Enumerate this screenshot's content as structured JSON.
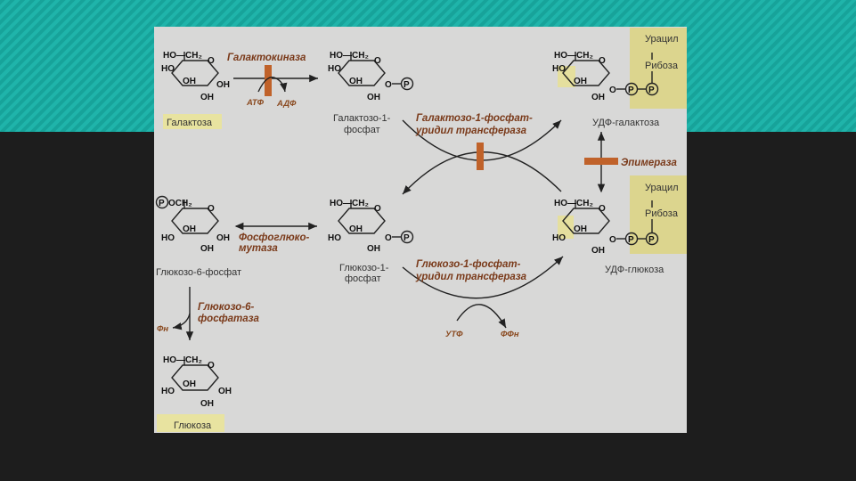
{
  "compounds": {
    "galactose": "Галактоза",
    "gal1p_1": "Галактозо-1-",
    "gal1p_2": "фосфат",
    "udp_gal": "УДФ-галактоза",
    "udp_glc": "УДФ-глюкоза",
    "g6p": "Глюкозо-6-фосфат",
    "g1p_1": "Глюкозо-1-",
    "g1p_2": "фосфат",
    "glucose": "Глюкоза"
  },
  "enzymes": {
    "galactokinase": "Галактокиназа",
    "galt_1": "Галактозо-1-фосфат-",
    "galt_2": "уридил трансфераза",
    "epimerase": "Эпимераза",
    "pgm_1": "Фосфоглюко-",
    "pgm_2": "мутаза",
    "g6pase_1": "Глюкозо-6-",
    "g6pase_2": "фосфатаза",
    "ugpp_1": "Глюкозо-1-фосфат-",
    "ugpp_2": "уридил трансфераза"
  },
  "cofactors": {
    "atp": "АТФ",
    "adp": "АДФ",
    "utp": "УТФ",
    "ppi": "ФФн",
    "pi": "Фн"
  },
  "udp_parts": {
    "uracil": "Урацил",
    "ribose": "Рибоза",
    "p": "P"
  },
  "chem": {
    "hoch2": "HO—CH₂",
    "pooch2": "OCH₂",
    "ho": "HO",
    "oh": "OH",
    "o": "O"
  },
  "colors": {
    "enzyme": "#7a3a1a",
    "bar": "#c0622a",
    "highlight": "#e8e3a0",
    "teal": "#1fb4aa"
  }
}
